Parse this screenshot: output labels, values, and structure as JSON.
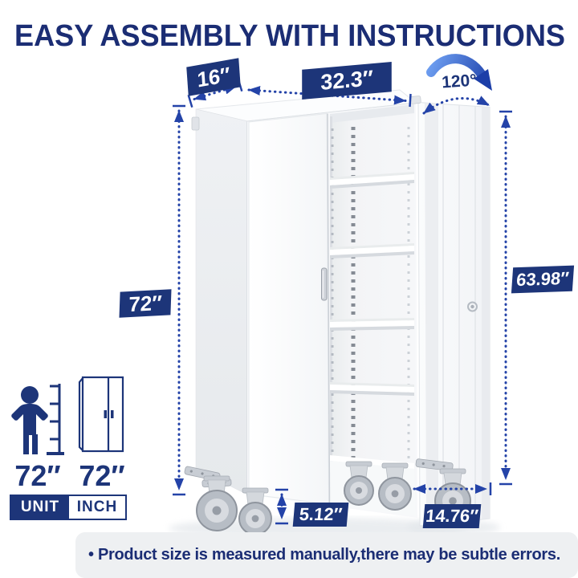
{
  "title": "EASY ASSEMBLY WITH INSTRUCTIONS",
  "dimensions": {
    "depth": "16″",
    "width": "32.3″",
    "door_open_angle": "120°",
    "height": "72″",
    "door_height": "63.98″",
    "caster_height": "5.12″",
    "open_door_width": "14.76″"
  },
  "size_reference": {
    "person_height": "72″",
    "cabinet_height": "72″",
    "unit_label": "UNIT",
    "unit_value": "INCH"
  },
  "footer": {
    "note": "• Product size is measured manually,there may be subtle errors."
  },
  "icons": {
    "person": "person-silhouette-icon",
    "ruler": "height-ruler-icon",
    "cabinet": "cabinet-outline-icon",
    "swing_arrow": "door-swing-arrow-icon",
    "keyhole": "keyhole-icon"
  },
  "colors": {
    "navy": "#1d3579",
    "title_text": "#1b2d74",
    "badge_bg": "#1d3579",
    "badge_text": "#ffffff",
    "annotation": "#2443a8",
    "footer_bg": "#eef0f2",
    "footer_text": "#1b2d74",
    "cabinet_white": "#ffffff",
    "cabinet_shadow": "#e2e6ea"
  }
}
